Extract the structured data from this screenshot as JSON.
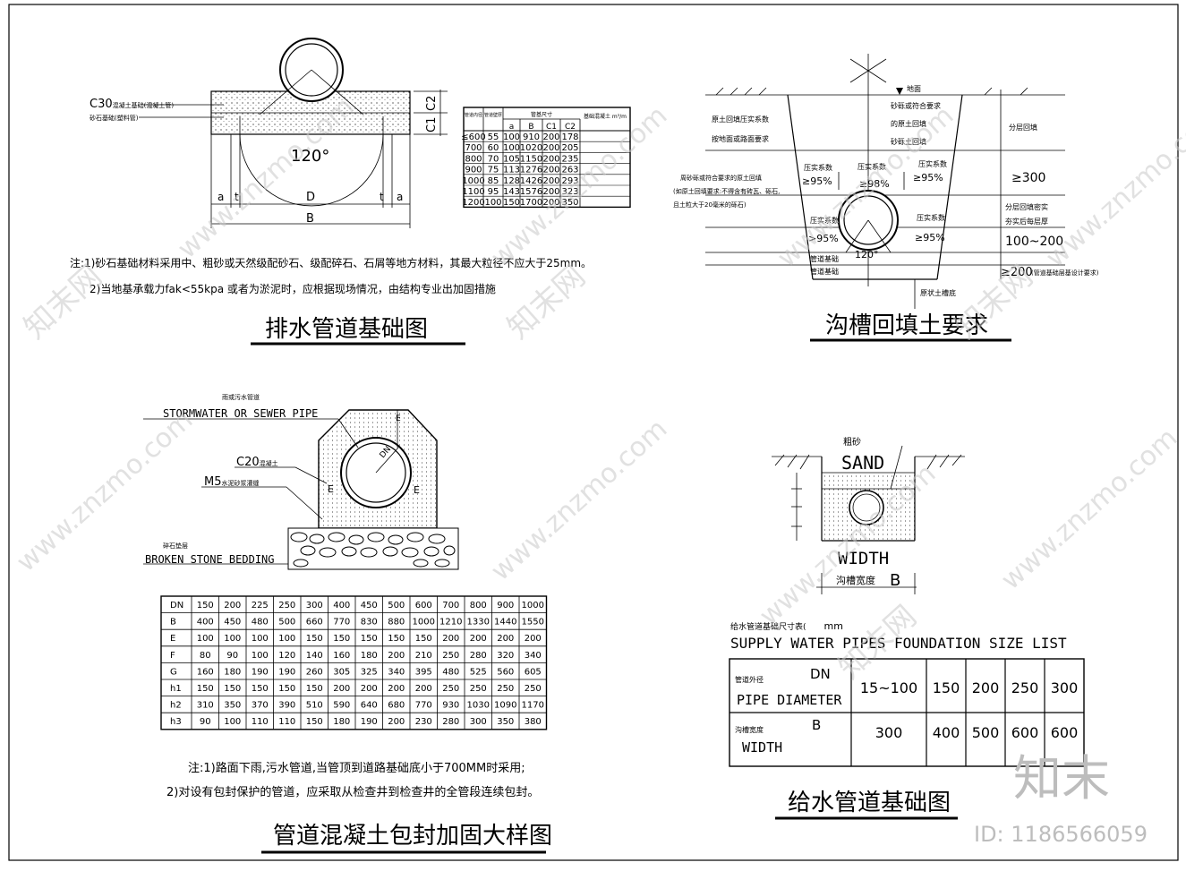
{
  "drainage": {
    "title": "排水管道基础图",
    "label_c30": "C30",
    "label_c30_cn": "混凝土基础(混凝土管)",
    "label_sand_cn": "砂石基础(塑料管)",
    "label_c1": "C1",
    "label_c2": "C2",
    "angle": "120°",
    "dim_a": "a",
    "dim_t": "t",
    "dim_d": "D",
    "dim_b": "B",
    "note1": "注:1)砂石基础材料采用中、粗砂或天然级配砂石、级配碎石、石屑等地方材料，其最大粒径不应大于25mm。",
    "note2": "2)当地基承载力fak<55kpa 或者为淤泥时，应根据现场情况，由结构专业出加固措施",
    "table": {
      "headers": [
        "管道内径 D",
        "管道壁厚 t",
        "a",
        "B",
        "C1",
        "C2",
        "基础混凝土 m³/m"
      ],
      "group_header": "管基尺寸",
      "rows": [
        [
          "≤600",
          "55",
          "100",
          "910",
          "200",
          "178",
          ""
        ],
        [
          "700",
          "60",
          "100",
          "1020",
          "200",
          "205",
          ""
        ],
        [
          "800",
          "70",
          "105",
          "1150",
          "200",
          "235",
          ""
        ],
        [
          "900",
          "75",
          "113",
          "1276",
          "200",
          "263",
          ""
        ],
        [
          "1000",
          "85",
          "128",
          "1426",
          "200",
          "293",
          ""
        ],
        [
          "1100",
          "95",
          "143",
          "1576",
          "200",
          "323",
          ""
        ],
        [
          "1200",
          "100",
          "150",
          "1700",
          "200",
          "350",
          ""
        ]
      ]
    }
  },
  "backfill": {
    "title": "沟槽回填土要求",
    "ground": "地面",
    "left1": "原土回填压实系数",
    "left2": "按地面或路面要求",
    "mid1": "砂砾或符合要求",
    "mid2": "的原土回填",
    "mid3": "砂砾土回填",
    "right1": "分层回填",
    "dim300": "≥300",
    "leftnote1": "周砂砾或符合要求的原土回填",
    "leftnote2": "(如原土回填要求:不得含有砖瓦、砾石,",
    "leftnote3": "且土粒大于20毫米的砾石)",
    "k95a": "压实系数",
    "k95b": "≥95%",
    "k98a": "压实系数",
    "k98b": "≥98%",
    "k95c": "压实系数",
    "k95d": "≥95%",
    "k95e": "压实系数",
    "k95f": ">95%",
    "k95g": "压实系数",
    "k95h": "≥95%",
    "angle": "120°",
    "base1": "管道基础",
    "base2": "管道基础",
    "right2": "分层回填密实",
    "right3": "夯实后每层厚",
    "dim100": "100~200",
    "dim200": "≥200",
    "dim200note": "(管道基础层基设计要求)",
    "bottom": "原状土槽底"
  },
  "concrete": {
    "title": "管道混凝土包封加固大样图",
    "pipe_cn": "雨或污水管道",
    "pipe_en": "STORMWATER OR SEWER PIPE",
    "c20": "C20",
    "c20_cn": "混凝土",
    "m5": "M5",
    "m5_cn": "水泥砂浆灌缝",
    "stone_cn": "碎石垫层",
    "stone_en": "BROKEN STONE BEDDING",
    "dn": "DN",
    "e": "E",
    "table": {
      "rows": [
        [
          "DN",
          "150",
          "200",
          "225",
          "250",
          "300",
          "400",
          "450",
          "500",
          "600",
          "700",
          "800",
          "900",
          "1000"
        ],
        [
          "B",
          "400",
          "450",
          "480",
          "500",
          "660",
          "770",
          "830",
          "880",
          "1000",
          "1210",
          "1330",
          "1440",
          "1550"
        ],
        [
          "E",
          "100",
          "100",
          "100",
          "100",
          "150",
          "150",
          "150",
          "150",
          "150",
          "200",
          "200",
          "200",
          "200"
        ],
        [
          "F",
          "80",
          "90",
          "100",
          "120",
          "140",
          "160",
          "180",
          "200",
          "210",
          "250",
          "280",
          "320",
          "340"
        ],
        [
          "G",
          "160",
          "180",
          "190",
          "190",
          "260",
          "305",
          "325",
          "340",
          "395",
          "480",
          "525",
          "560",
          "605"
        ],
        [
          "h1",
          "150",
          "150",
          "150",
          "150",
          "150",
          "200",
          "200",
          "200",
          "200",
          "250",
          "250",
          "250",
          "250"
        ],
        [
          "h2",
          "310",
          "350",
          "370",
          "390",
          "510",
          "590",
          "640",
          "680",
          "770",
          "930",
          "1030",
          "1090",
          "1170"
        ],
        [
          "h3",
          "90",
          "100",
          "110",
          "110",
          "150",
          "180",
          "190",
          "200",
          "230",
          "280",
          "300",
          "350",
          "380"
        ]
      ]
    },
    "note1": "注:1)路面下雨,污水管道,当管顶到道路基础底小于700MM时采用;",
    "note2": "2)对设有包封保护的管道，应采取从检查井到检查井的全管段连续包封。"
  },
  "supply": {
    "title": "给水管道基础图",
    "sand_cn": "粗砂",
    "sand_en": "SAND",
    "width_en": "WIDTH",
    "width_cn": "沟槽宽度",
    "width_b": "B",
    "list_cn": "给水管道基础尺寸表(",
    "list_unit": "mm",
    "list_en": "SUPPLY WATER PIPES FOUNDATION SIZE LIST",
    "row1_cn": "管道外径",
    "row1_sym": "DN",
    "row1_en": "PIPE DIAMETER",
    "row2_cn": "沟槽宽度",
    "row2_sym": "B",
    "row2_en": "WIDTH",
    "dn_values": [
      "15~100",
      "150",
      "200",
      "250",
      "300"
    ],
    "b_values": [
      "300",
      "400",
      "500",
      "600",
      "600"
    ]
  },
  "watermark": {
    "logo": "知末",
    "id": "ID: 1186566059",
    "site": "www.znzmo.com",
    "brand": "知末网"
  }
}
